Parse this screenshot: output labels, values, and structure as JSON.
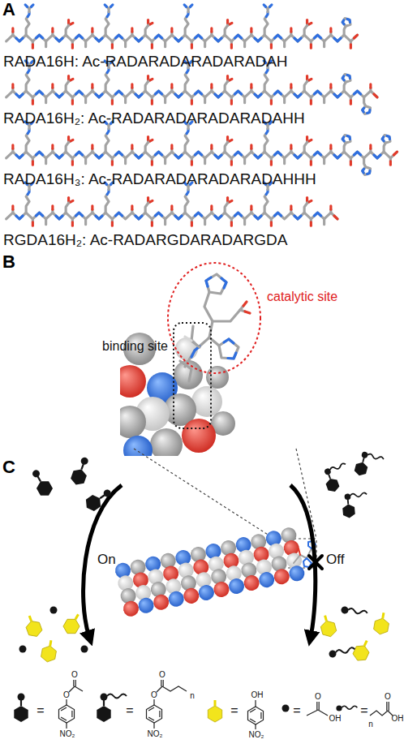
{
  "diagram": {
    "nodes": [
      {
        "text": [
          "catalytic site"
        ]
      },
      {
        "text": [
          "binding site"
        ]
      }
    ],
    "labels": [
      "A",
      "RADA16H: Ac-RADARADARADARADAH",
      "RADA16H₂: Ac-RADARADARADARADAHH",
      "RADA16H₃: Ac-RADARADARADARADAHHH",
      "RGDA16H₂: Ac-RADARGDARADARGDA",
      "B",
      "C",
      "On",
      "Off",
      "=",
      "O",
      "O",
      "NO₂",
      "=",
      "O",
      "O",
      "n",
      "NO₂",
      "=",
      "OH",
      "NO₂",
      "=",
      "OH",
      "O",
      "=",
      "n",
      "OH",
      "O"
    ]
  }
}
